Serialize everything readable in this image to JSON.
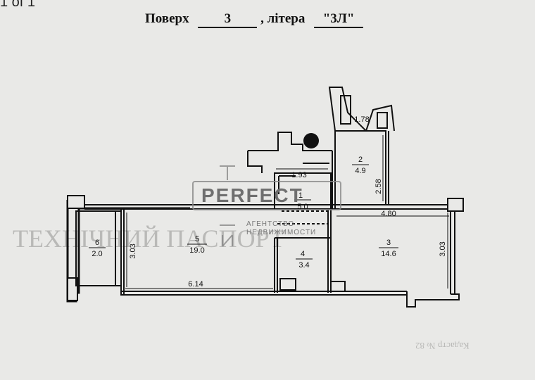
{
  "page_indicator": "1 of 1",
  "header": {
    "floor_label": "Поверх",
    "floor_value": "3",
    "letter_label": ", літера",
    "letter_value": "\"3Л\""
  },
  "rooms": [
    {
      "number": "1",
      "area": "5.0"
    },
    {
      "number": "2",
      "area": "4.9"
    },
    {
      "number": "3",
      "area": "14.6"
    },
    {
      "number": "4",
      "area": "3.4"
    },
    {
      "number": "5",
      "area": "19.0"
    },
    {
      "number": "6",
      "area": "2.0"
    }
  ],
  "dimensions": {
    "d_1_78": "1.78",
    "d_1_93": "1.93",
    "d_2_58": "2.58",
    "d_4_80": "4.80",
    "d_3_03_left": "3.03",
    "d_3_03_right": "3.03",
    "d_6_14": "6.14"
  },
  "watermark": {
    "brand": "PERFECT",
    "tagline_1": "АГЕНТСТВО",
    "tagline_2": "НЕДВИЖИМОСТИ"
  },
  "background_text": {
    "line_1": "ТЕХНІЧНИЙ ПАСПОРТ",
    "line_2": "Кадастр № 82"
  }
}
